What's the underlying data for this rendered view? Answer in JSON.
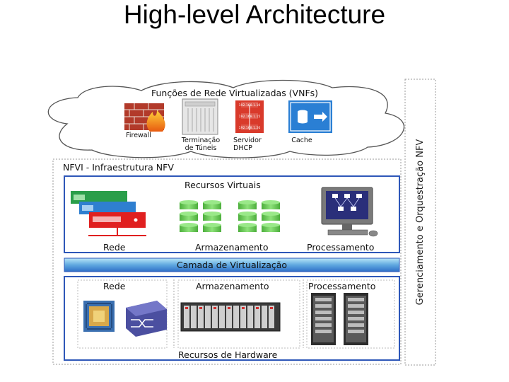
{
  "slide": {
    "title": "High-level Architecture"
  },
  "vnf": {
    "title": "Funções de Rede Virtualizadas (VNFs)",
    "items": {
      "firewall": "Firewall",
      "tunnel_l1": "Terminação",
      "tunnel_l2": "de Túneis",
      "dhcp_l1": "Servidor",
      "dhcp_l2": "DHCP",
      "cache": "Cache",
      "ip_labels": [
        "192.168.1.10",
        "192.168.1.15",
        "192.168.1.20"
      ]
    }
  },
  "nfvi": {
    "title": "NFVI - Infraestrutura NFV",
    "virtual": {
      "title": "Recursos Virtuais",
      "network": "Rede",
      "storage": "Armazenamento",
      "compute": "Processamento"
    },
    "virtualization_layer": "Camada de Virtualização",
    "hardware": {
      "network": "Rede",
      "storage": "Armazenamento",
      "compute": "Processamento",
      "title": "Recursos de Hardware"
    }
  },
  "orchestration": {
    "label": "Gerenciamento e Orquestração NFV"
  },
  "colors": {
    "accent_blue": "#2e57b8",
    "layer_gradient_start": "#8fd0f0",
    "layer_gradient_end": "#2e6fc7",
    "storage_green": "#6ccf5a",
    "server_red": "#e02020",
    "firewall_red": "#b23a2a"
  }
}
